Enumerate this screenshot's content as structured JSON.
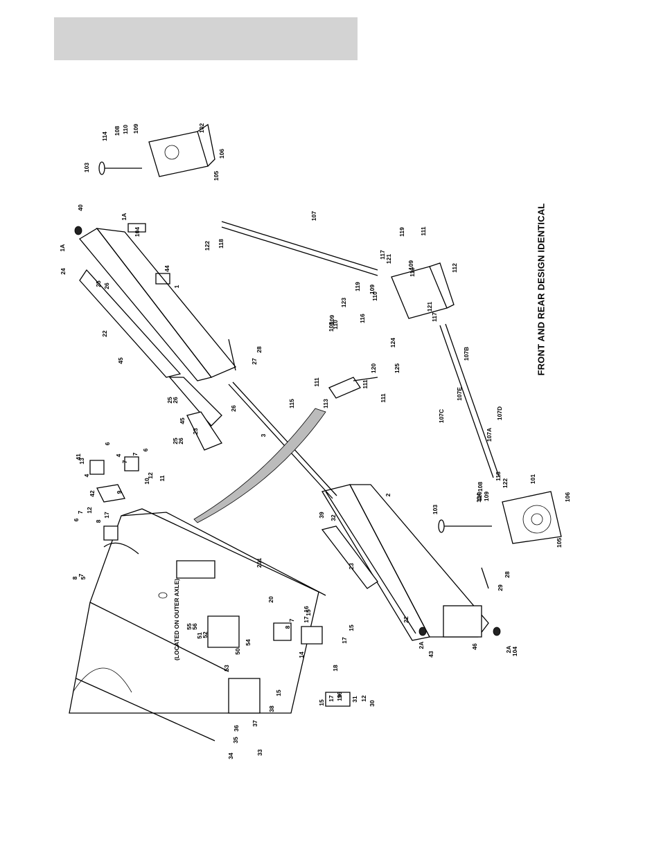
{
  "header": {
    "title_bar_color": "#d3d3d3"
  },
  "caption": "FRONT AND REAR DESIGN IDENTICAL",
  "callouts": [
    {
      "id": "c1",
      "text": "1"
    },
    {
      "id": "c1A-a",
      "text": "1A"
    },
    {
      "id": "c1A-b",
      "text": "1A"
    },
    {
      "id": "c2",
      "text": "2"
    },
    {
      "id": "c2A-a",
      "text": "2A"
    },
    {
      "id": "c2A-b",
      "text": "2A"
    },
    {
      "id": "c3",
      "text": "3"
    },
    {
      "id": "c4a",
      "text": "4"
    },
    {
      "id": "c4b",
      "text": "4"
    },
    {
      "id": "c5",
      "text": "5"
    },
    {
      "id": "c6a",
      "text": "6"
    },
    {
      "id": "c6b",
      "text": "6"
    },
    {
      "id": "c6c",
      "text": "6"
    },
    {
      "id": "c7a",
      "text": "7"
    },
    {
      "id": "c7b",
      "text": "7"
    },
    {
      "id": "c7c",
      "text": "7"
    },
    {
      "id": "c7d",
      "text": "7"
    },
    {
      "id": "c7e",
      "text": "7"
    },
    {
      "id": "c8a",
      "text": "8"
    },
    {
      "id": "c8b",
      "text": "8"
    },
    {
      "id": "c8c",
      "text": "8"
    },
    {
      "id": "c9",
      "text": "9"
    },
    {
      "id": "c10",
      "text": "10"
    },
    {
      "id": "c11",
      "text": "11"
    },
    {
      "id": "c12a",
      "text": "12"
    },
    {
      "id": "c12b",
      "text": "12"
    },
    {
      "id": "c12c",
      "text": "12"
    },
    {
      "id": "c13",
      "text": "13"
    },
    {
      "id": "c14",
      "text": "14"
    },
    {
      "id": "c15a",
      "text": "15"
    },
    {
      "id": "c15b",
      "text": "15"
    },
    {
      "id": "c15c",
      "text": "15"
    },
    {
      "id": "c15d",
      "text": "15"
    },
    {
      "id": "c16a",
      "text": "16"
    },
    {
      "id": "c16b",
      "text": "16"
    },
    {
      "id": "c17a",
      "text": "17"
    },
    {
      "id": "c17b",
      "text": "17"
    },
    {
      "id": "c17c",
      "text": "17"
    },
    {
      "id": "c17d",
      "text": "17"
    },
    {
      "id": "c18",
      "text": "18"
    },
    {
      "id": "c19",
      "text": "19"
    },
    {
      "id": "c20",
      "text": "20"
    },
    {
      "id": "c22a",
      "text": "22"
    },
    {
      "id": "c22b",
      "text": "22"
    },
    {
      "id": "c23a",
      "text": "23"
    },
    {
      "id": "c23b",
      "text": "23"
    },
    {
      "id": "c24",
      "text": "24"
    },
    {
      "id": "c25a",
      "text": "25"
    },
    {
      "id": "c25b",
      "text": "25"
    },
    {
      "id": "c25c",
      "text": "25"
    },
    {
      "id": "c26a",
      "text": "26"
    },
    {
      "id": "c26b",
      "text": "26"
    },
    {
      "id": "c26c",
      "text": "26"
    },
    {
      "id": "c26d",
      "text": "26"
    },
    {
      "id": "c27",
      "text": "27"
    },
    {
      "id": "c28a",
      "text": "28"
    },
    {
      "id": "c28b",
      "text": "28"
    },
    {
      "id": "c29",
      "text": "29"
    },
    {
      "id": "c30",
      "text": "30"
    },
    {
      "id": "c31",
      "text": "31"
    },
    {
      "id": "c32",
      "text": "32"
    },
    {
      "id": "c33",
      "text": "33"
    },
    {
      "id": "c34",
      "text": "34"
    },
    {
      "id": "c35",
      "text": "35"
    },
    {
      "id": "c36",
      "text": "36"
    },
    {
      "id": "c37",
      "text": "37"
    },
    {
      "id": "c38",
      "text": "38"
    },
    {
      "id": "c39",
      "text": "39"
    },
    {
      "id": "c40",
      "text": "40"
    },
    {
      "id": "c41",
      "text": "41"
    },
    {
      "id": "c42",
      "text": "42"
    },
    {
      "id": "c43",
      "text": "43"
    },
    {
      "id": "c44",
      "text": "44"
    },
    {
      "id": "c45a",
      "text": "45"
    },
    {
      "id": "c45b",
      "text": "45"
    },
    {
      "id": "c46",
      "text": "46"
    },
    {
      "id": "c50",
      "text": "50"
    },
    {
      "id": "c51",
      "text": "51"
    },
    {
      "id": "c52",
      "text": "52"
    },
    {
      "id": "c53",
      "text": "53"
    },
    {
      "id": "c54",
      "text": "54"
    },
    {
      "id": "c55",
      "text": "55"
    },
    {
      "id": "c56",
      "text": "56"
    },
    {
      "id": "c101",
      "text": "101"
    },
    {
      "id": "c102",
      "text": "102"
    },
    {
      "id": "c103a",
      "text": "103"
    },
    {
      "id": "c103b",
      "text": "103"
    },
    {
      "id": "c104a",
      "text": "104"
    },
    {
      "id": "c104b",
      "text": "104"
    },
    {
      "id": "c105a",
      "text": "105"
    },
    {
      "id": "c105b",
      "text": "105"
    },
    {
      "id": "c106a",
      "text": "106"
    },
    {
      "id": "c106b",
      "text": "106"
    },
    {
      "id": "c107",
      "text": "107"
    },
    {
      "id": "c107A",
      "text": "107A"
    },
    {
      "id": "c107B",
      "text": "107B"
    },
    {
      "id": "c107C",
      "text": "107C"
    },
    {
      "id": "c107D",
      "text": "107D"
    },
    {
      "id": "c107E",
      "text": "107E"
    },
    {
      "id": "c108a",
      "text": "108"
    },
    {
      "id": "c108b",
      "text": "108"
    },
    {
      "id": "c108c",
      "text": "108"
    },
    {
      "id": "c109a",
      "text": "109"
    },
    {
      "id": "c109b",
      "text": "109"
    },
    {
      "id": "c109c",
      "text": "109"
    },
    {
      "id": "c109d",
      "text": "109"
    },
    {
      "id": "c109e",
      "text": "109"
    },
    {
      "id": "c110a",
      "text": "110"
    },
    {
      "id": "c110b",
      "text": "110"
    },
    {
      "id": "c110c",
      "text": "110"
    },
    {
      "id": "c110d",
      "text": "110"
    },
    {
      "id": "c110e",
      "text": "110"
    },
    {
      "id": "c111a",
      "text": "111"
    },
    {
      "id": "c111b",
      "text": "111"
    },
    {
      "id": "c111c",
      "text": "111"
    },
    {
      "id": "c111d",
      "text": "111"
    },
    {
      "id": "c112",
      "text": "112"
    },
    {
      "id": "c113",
      "text": "113"
    },
    {
      "id": "c114a",
      "text": "114"
    },
    {
      "id": "c114b",
      "text": "114"
    },
    {
      "id": "c115",
      "text": "115"
    },
    {
      "id": "c116",
      "text": "116"
    },
    {
      "id": "c117a",
      "text": "117"
    },
    {
      "id": "c117b",
      "text": "117"
    },
    {
      "id": "c118a",
      "text": "118"
    },
    {
      "id": "c118b",
      "text": "118"
    },
    {
      "id": "c119a",
      "text": "119"
    },
    {
      "id": "c119b",
      "text": "119"
    },
    {
      "id": "c120",
      "text": "120"
    },
    {
      "id": "c121a",
      "text": "121"
    },
    {
      "id": "c121b",
      "text": "121"
    },
    {
      "id": "c122a",
      "text": "122"
    },
    {
      "id": "c122b",
      "text": "122"
    },
    {
      "id": "c123",
      "text": "123"
    },
    {
      "id": "c124",
      "text": "124"
    },
    {
      "id": "c125",
      "text": "125"
    },
    {
      "id": "c201",
      "text": "201"
    },
    {
      "id": "c-located",
      "text": "(LOCATED ON OUTER AXLE)"
    }
  ]
}
